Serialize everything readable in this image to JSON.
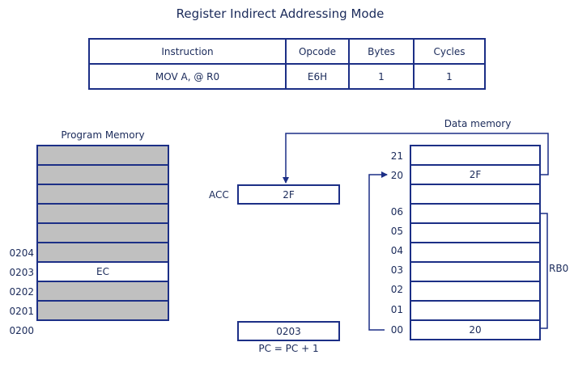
{
  "title": "Register Indirect Addressing Mode",
  "table": {
    "headers": [
      "Instruction",
      "Opcode",
      "Bytes",
      "Cycles"
    ],
    "row": [
      "MOV A, @ R0",
      "E6H",
      "1",
      "1"
    ]
  },
  "program_memory": {
    "caption": "Program Memory",
    "cells": [
      "",
      "",
      "",
      "",
      "",
      "",
      "EC",
      "",
      ""
    ],
    "addresses": [
      "0204",
      "0203",
      "0202",
      "0201",
      "0200"
    ]
  },
  "acc": {
    "label": "ACC",
    "value": "2F"
  },
  "pc": {
    "value": "0203",
    "note": "PC = PC + 1"
  },
  "data_memory": {
    "caption": "Data memory",
    "cells": [
      "",
      "2F",
      "",
      "",
      "",
      "",
      "",
      "",
      "",
      "20"
    ],
    "addresses": [
      "21",
      "20",
      "06",
      "05",
      "04",
      "03",
      "02",
      "01",
      "00"
    ],
    "bank_label": "RB0"
  },
  "colors": {
    "border": "#1c2f86",
    "fill": "#c0c0c0",
    "text": "#1a2a5a"
  }
}
